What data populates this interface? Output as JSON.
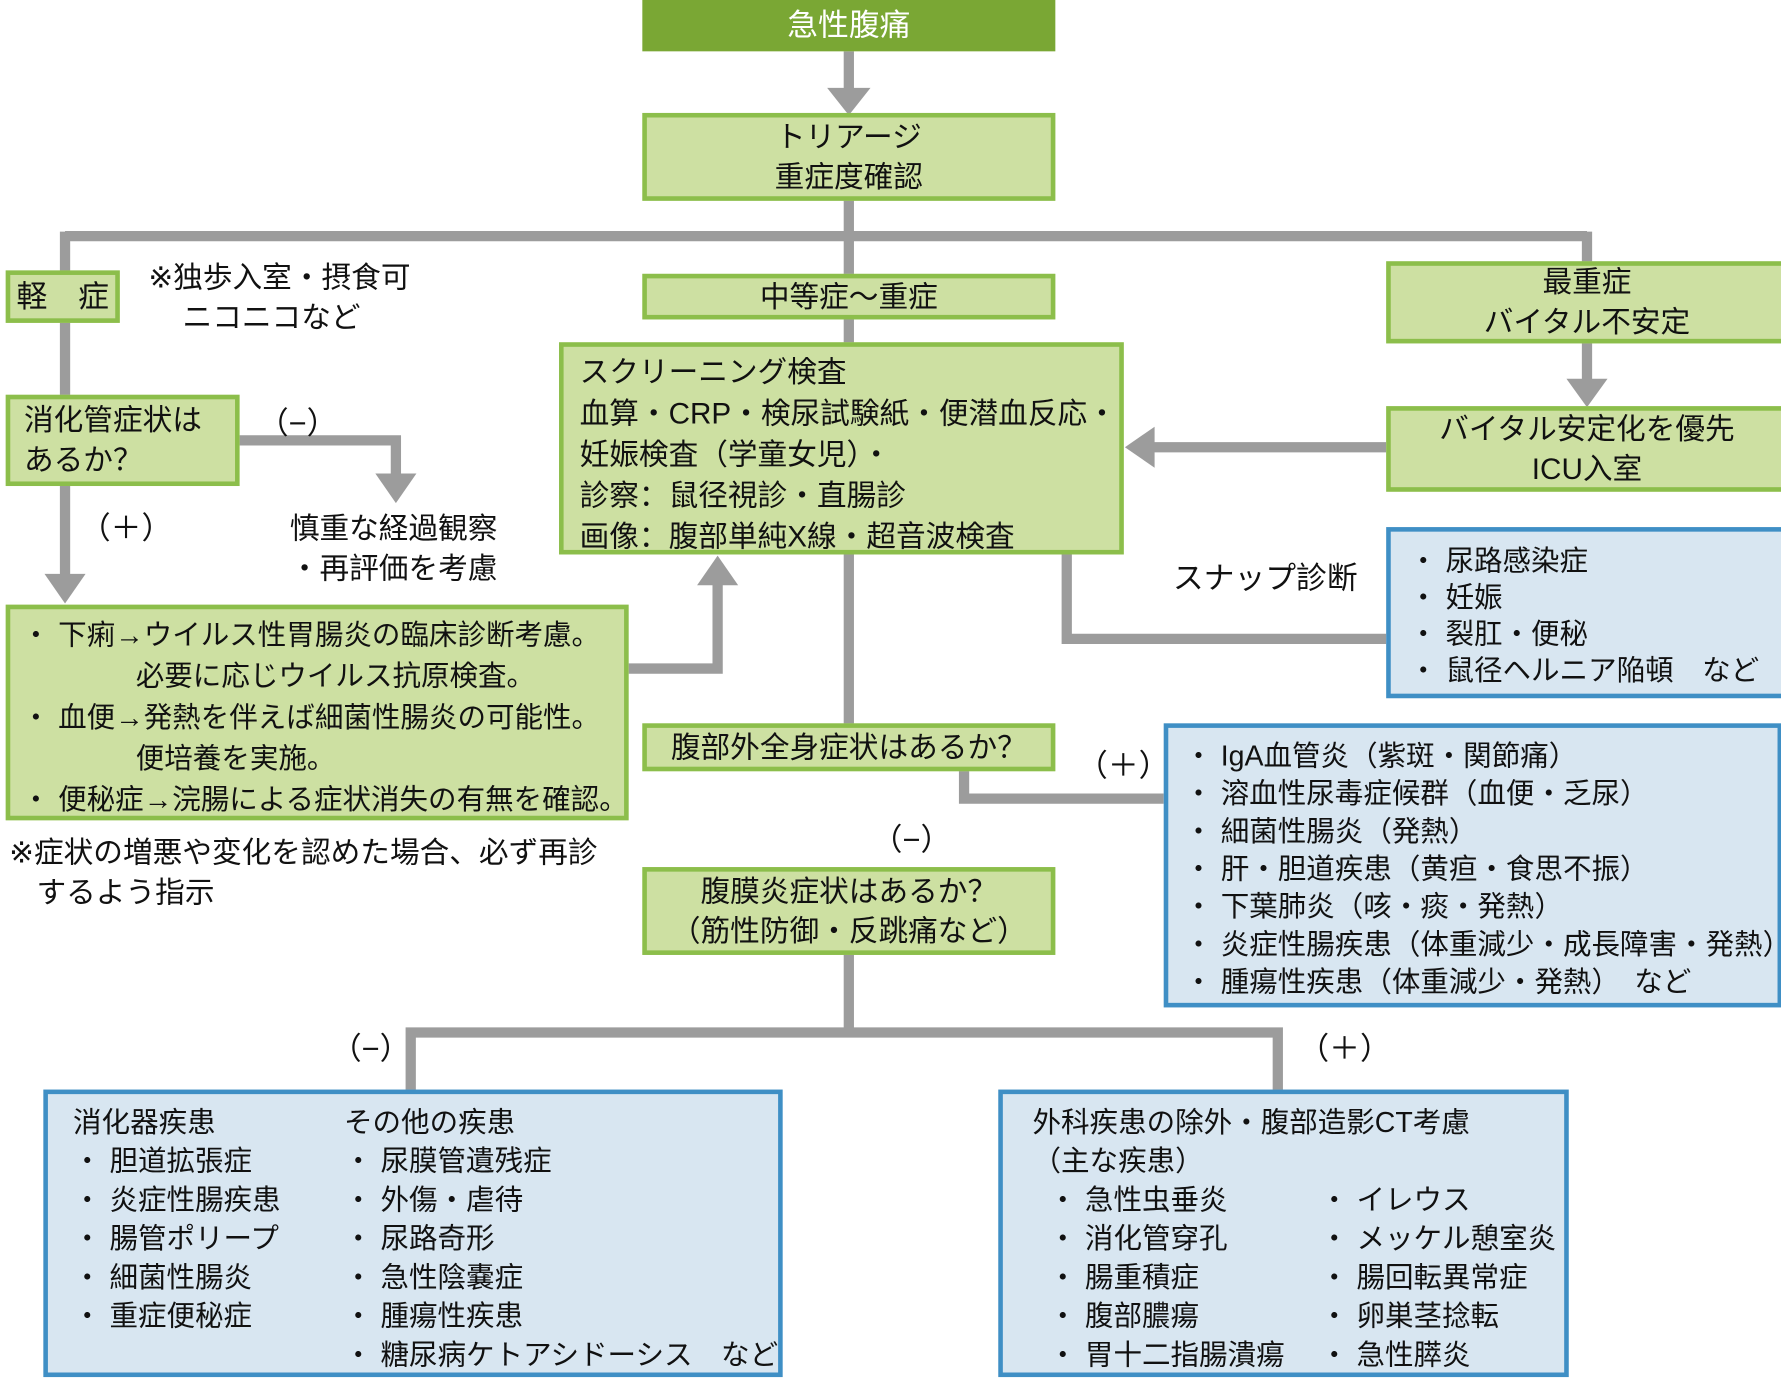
{
  "colors": {
    "root_fill": "#7AA734",
    "green_fill": "#CDE0A2",
    "green_border": "#8CBE4B",
    "blue_fill": "#D8E6F1",
    "blue_border": "#3F8FC5",
    "connector_gray": "#9C9C9C",
    "text": "#111111"
  },
  "root": {
    "label": "急性腹痛"
  },
  "triage": {
    "lines": [
      "トリアージ",
      "重症度確認"
    ]
  },
  "mild": {
    "label": "軽　症",
    "note": [
      "※独歩入室・摂食可",
      "ニコニコなど"
    ],
    "gi_question": [
      "消化管症状は",
      "あるか？"
    ],
    "minus": "（−）",
    "plus": "（＋）",
    "observe": [
      "慎重な経過観察",
      "・再評価を考慮"
    ],
    "management_lines": [
      "・ 下痢→ウイルス性胃腸炎の臨床診断考慮。",
      "必要に応じウイルス抗原検査。",
      "・ 血便→発熱を伴えば細菌性腸炎の可能性。",
      "便培養を実施。",
      "・ 便秘症→浣腸による症状消失の有無を確認。"
    ],
    "footnote": [
      "※症状の増悪や変化を認めた場合、必ず再診",
      "するよう指示"
    ]
  },
  "moderate": {
    "label": "中等症〜重症",
    "screening": [
      "スクリーニング検査",
      "血算・CRP・検尿試験紙・便潜血反応・",
      "妊娠検査（学童女児）・",
      "診察：鼠径視診・直腸診",
      "画像：腹部単純X線・超音波検査"
    ],
    "snap_label": "スナップ診断",
    "snap_items": [
      "・ 尿路感染症",
      "・ 妊娠",
      "・ 裂肛・便秘",
      "・ 鼠径ヘルニア陥頓　など"
    ],
    "systemic_question": "腹部外全身症状はあるか？",
    "systemic_plus": "（＋）",
    "systemic_minus": "（−）",
    "systemic_items": [
      "・ IgA血管炎（紫斑・関節痛）",
      "・ 溶血性尿毒症候群（血便・乏尿）",
      "・ 細菌性腸炎（発熱）",
      "・ 肝・胆道疾患（黄疸・食思不振）",
      "・ 下葉肺炎（咳・痰・発熱）",
      "・ 炎症性腸疾患（体重減少・成長障害・発熱）",
      "・ 腫瘍性疾患（体重減少・発熱）　など"
    ],
    "peritonitis_question": [
      "腹膜炎症状はあるか？",
      "（筋性防御・反跳痛など）"
    ],
    "split_minus": "（−）",
    "split_plus": "（＋）"
  },
  "severe": {
    "lines": [
      "最重症",
      "バイタル不安定"
    ],
    "vital": [
      "バイタル安定化を優先",
      "ICU入室"
    ]
  },
  "nonsurgical": {
    "col1_header": "消化器疾患",
    "col1_items": [
      "・ 胆道拡張症",
      "・ 炎症性腸疾患",
      "・ 腸管ポリープ",
      "・ 細菌性腸炎",
      "・ 重症便秘症"
    ],
    "col2_header": "その他の疾患",
    "col2_items": [
      "・ 尿膜管遺残症",
      "・ 外傷・虐待",
      "・ 尿路奇形",
      "・ 急性陰嚢症",
      "・ 腫瘍性疾患",
      "・ 糖尿病ケトアシドーシス　など"
    ]
  },
  "surgical": {
    "header": [
      "外科疾患の除外・腹部造影CT考慮",
      "（主な疾患）"
    ],
    "col1_items": [
      "・ 急性虫垂炎",
      "・ 消化管穿孔",
      "・ 腸重積症",
      "・ 腹部膿瘍",
      "・ 胃十二指腸潰瘍"
    ],
    "col2_items": [
      "・ イレウス",
      "・ メッケル憩室炎",
      "・ 腸回転異常症",
      "・ 卵巣茎捻転",
      "・ 急性膵炎"
    ]
  }
}
